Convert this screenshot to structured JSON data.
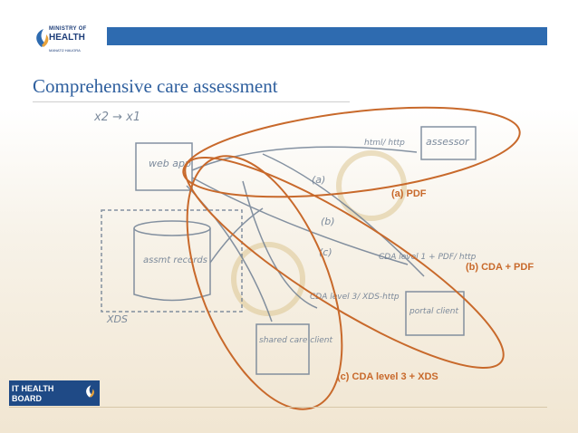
{
  "header": {
    "logo_line1": "MINISTRY OF",
    "logo_line2": "HEALTH",
    "logo_line3": "MANATŪ HAUORA"
  },
  "title": "Comprehensive care assessment",
  "sketch": {
    "top_note": "x2 → x1",
    "web_app": "web app",
    "assessor": "assessor",
    "html_http": "html/ http",
    "assmt_records": "assmt records",
    "xds": "XDS",
    "shared_care_client": "shared care client",
    "portal_client": "portal client",
    "a": "(a)",
    "b": "(b)",
    "c": "(c)",
    "cda_pdf_http": "CDA level 1 + PDF/ http",
    "cda3_xds_http": "CDA level 3/ XDS-http"
  },
  "annotations": {
    "a": "(a) PDF",
    "b": "(b) CDA + PDF",
    "c": "(c) CDA level 3 + XDS"
  },
  "footer": {
    "line1": "IT HEALTH",
    "line2": "BOARD"
  },
  "colors": {
    "accent": "#c8692b",
    "header_blue": "#2e6bb0",
    "title_blue": "#2e5f9e",
    "sketch": "#6f7f93"
  }
}
